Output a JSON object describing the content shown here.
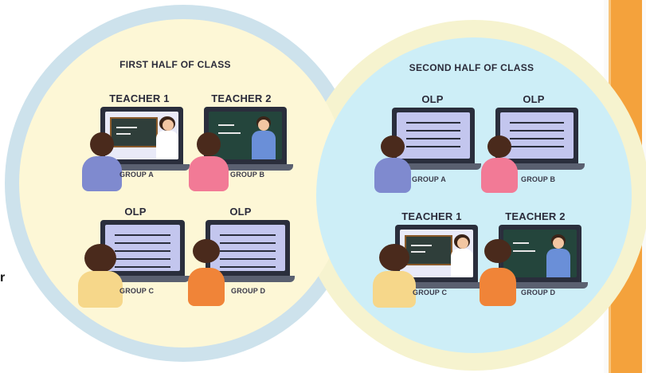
{
  "stray_text": "r",
  "left": {
    "title": "FIRST HALF OF CLASS",
    "items": [
      {
        "head": "TEACHER 1",
        "group": "GROUP A"
      },
      {
        "head": "TEACHER 2",
        "group": "GROUP B"
      },
      {
        "head": "OLP",
        "group": "GROUP C"
      },
      {
        "head": "OLP",
        "group": "GROUP D"
      }
    ]
  },
  "right": {
    "title": "SECOND HALF OF CLASS",
    "items": [
      {
        "head": "OLP",
        "group": "GROUP A"
      },
      {
        "head": "OLP",
        "group": "GROUP B"
      },
      {
        "head": "TEACHER 1",
        "group": "GROUP C"
      },
      {
        "head": "TEACHER 2",
        "group": "GROUP D"
      }
    ]
  },
  "colors": {
    "left_circle": "#fdf7d6",
    "right_circle": "#cdeef7",
    "accent_bar": "#f4a23c",
    "laptop_frame": "#2a2e3c",
    "laptop_screen": "#c3c6ee"
  }
}
